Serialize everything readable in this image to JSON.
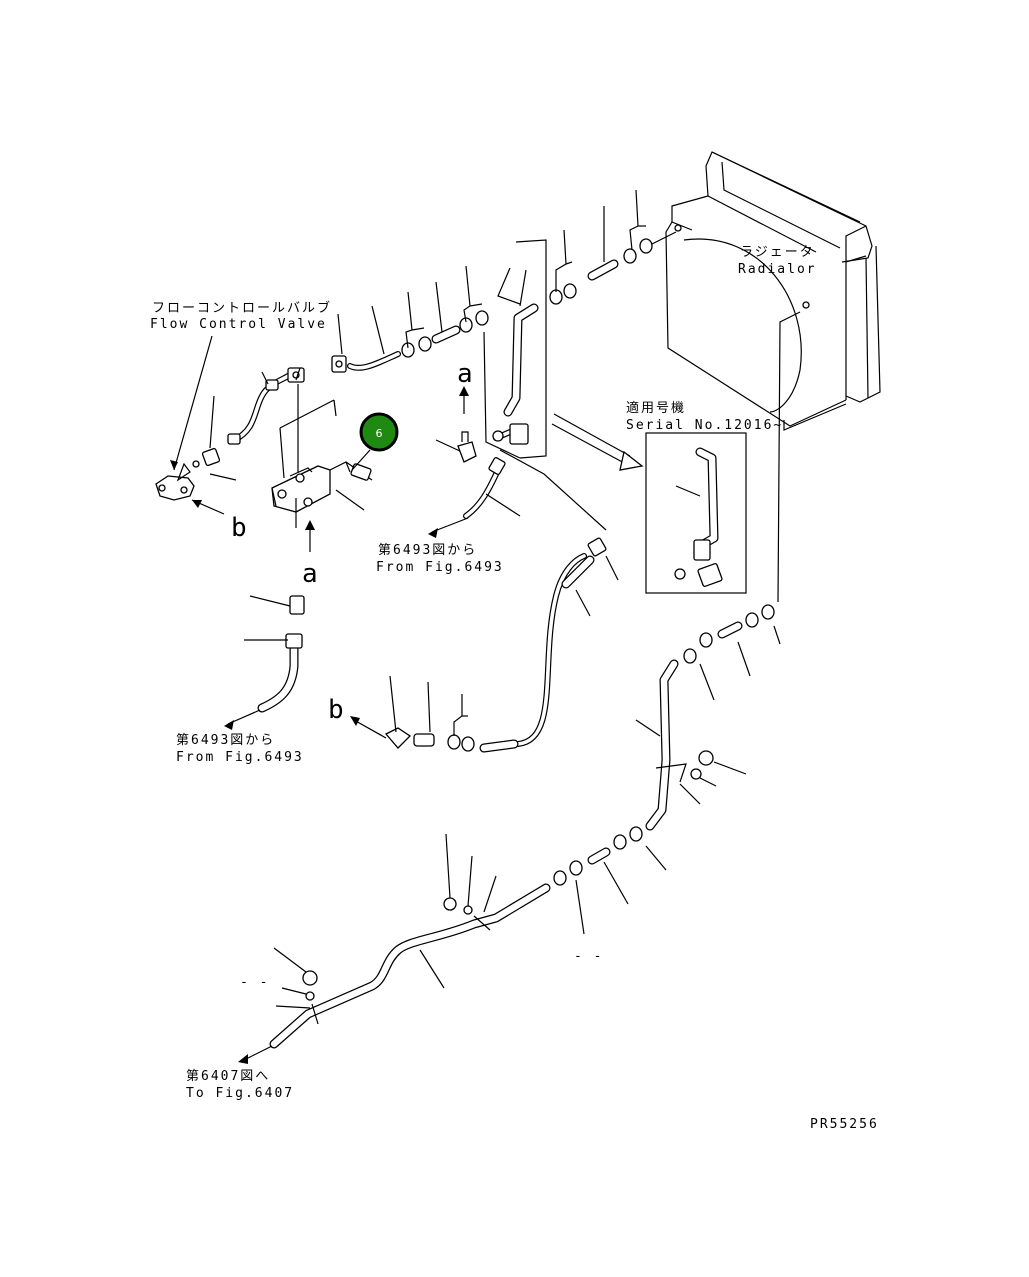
{
  "labels": {
    "flow_control_valve_jp": "フローコントロールバルブ",
    "flow_control_valve_en": "Flow Control Valve",
    "radiator_jp": "ラジェータ",
    "radiator_en": "Radialor",
    "applicable_serial_jp": "適用号機",
    "applicable_serial_en": "Serial No.12016~",
    "from_6493_top_jp": "第6493図から",
    "from_6493_top_en": "From Fig.6493",
    "from_6493_left_jp": "第6493図から",
    "from_6493_left_en": "From Fig.6493",
    "to_6407_jp": "第6407図へ",
    "to_6407_en": "To Fig.6407",
    "marker_a_top": "a",
    "marker_a_lower": "a",
    "marker_b_right": "b",
    "marker_b_left": "b",
    "figure_code": "PR55256",
    "callout_number": "6",
    "blank_ref_1": "- -",
    "blank_ref_2": "- -"
  },
  "colors": {
    "callout_fill": "#1f8a12",
    "callout_border": "#000000",
    "line": "#000000",
    "background": "#ffffff"
  }
}
